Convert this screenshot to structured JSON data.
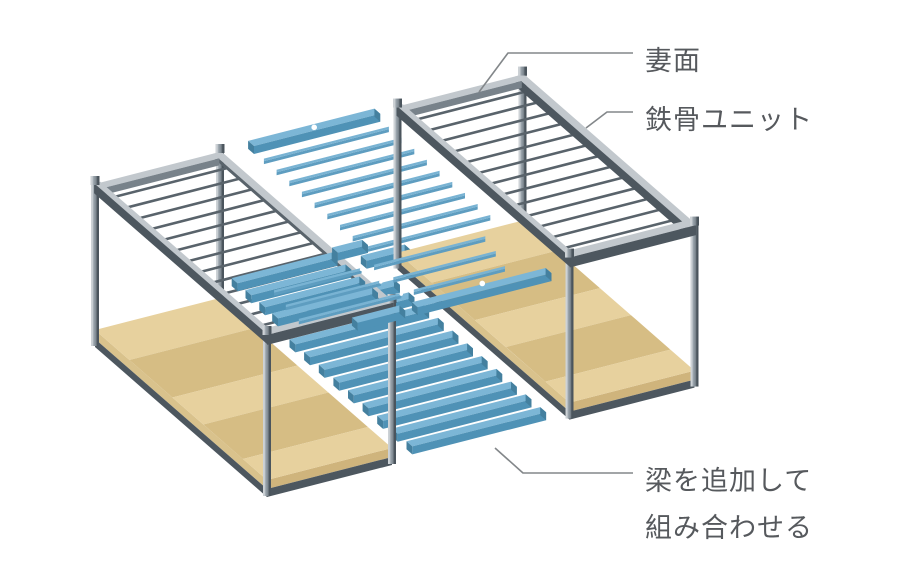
{
  "labels": {
    "gable_end": "妻面",
    "steel_unit": "鉄骨ユニット",
    "add_beams_line1": "梁を追加して",
    "add_beams_line2": "組み合わせる"
  },
  "colors": {
    "background": "#ffffff",
    "steel_light": "#c2c8cd",
    "steel_mid": "#97a1a9",
    "steel_dark": "#4d575f",
    "steel_inner": "#78828a",
    "joist": "#59636b",
    "floor_light": "#e7d19e",
    "floor_dark": "#d6bd84",
    "floor_side": "#d9c28c",
    "floor_side_front": "#cfb47c",
    "beam_top": "#7cb6d6",
    "beam_side": "#4f92b6",
    "beam_end": "#44809f",
    "beam_thin": "#79b3d3",
    "beam_thin_dark": "#5e9dc0",
    "label_text": "#56595d",
    "leader_line": "#83878a",
    "connector_dot": "#ffffff"
  },
  "diagram": {
    "units": [
      {
        "name": "left steel unit"
      },
      {
        "name": "right steel unit"
      }
    ],
    "joists_per_unit": 13,
    "beam_groups": {
      "upper_gap_thin": 9,
      "upper_gap_thick": 1,
      "on_roof_thick": 4,
      "floor_long": 4,
      "floor_stack_thick": 11
    },
    "connector_dots": 2
  }
}
